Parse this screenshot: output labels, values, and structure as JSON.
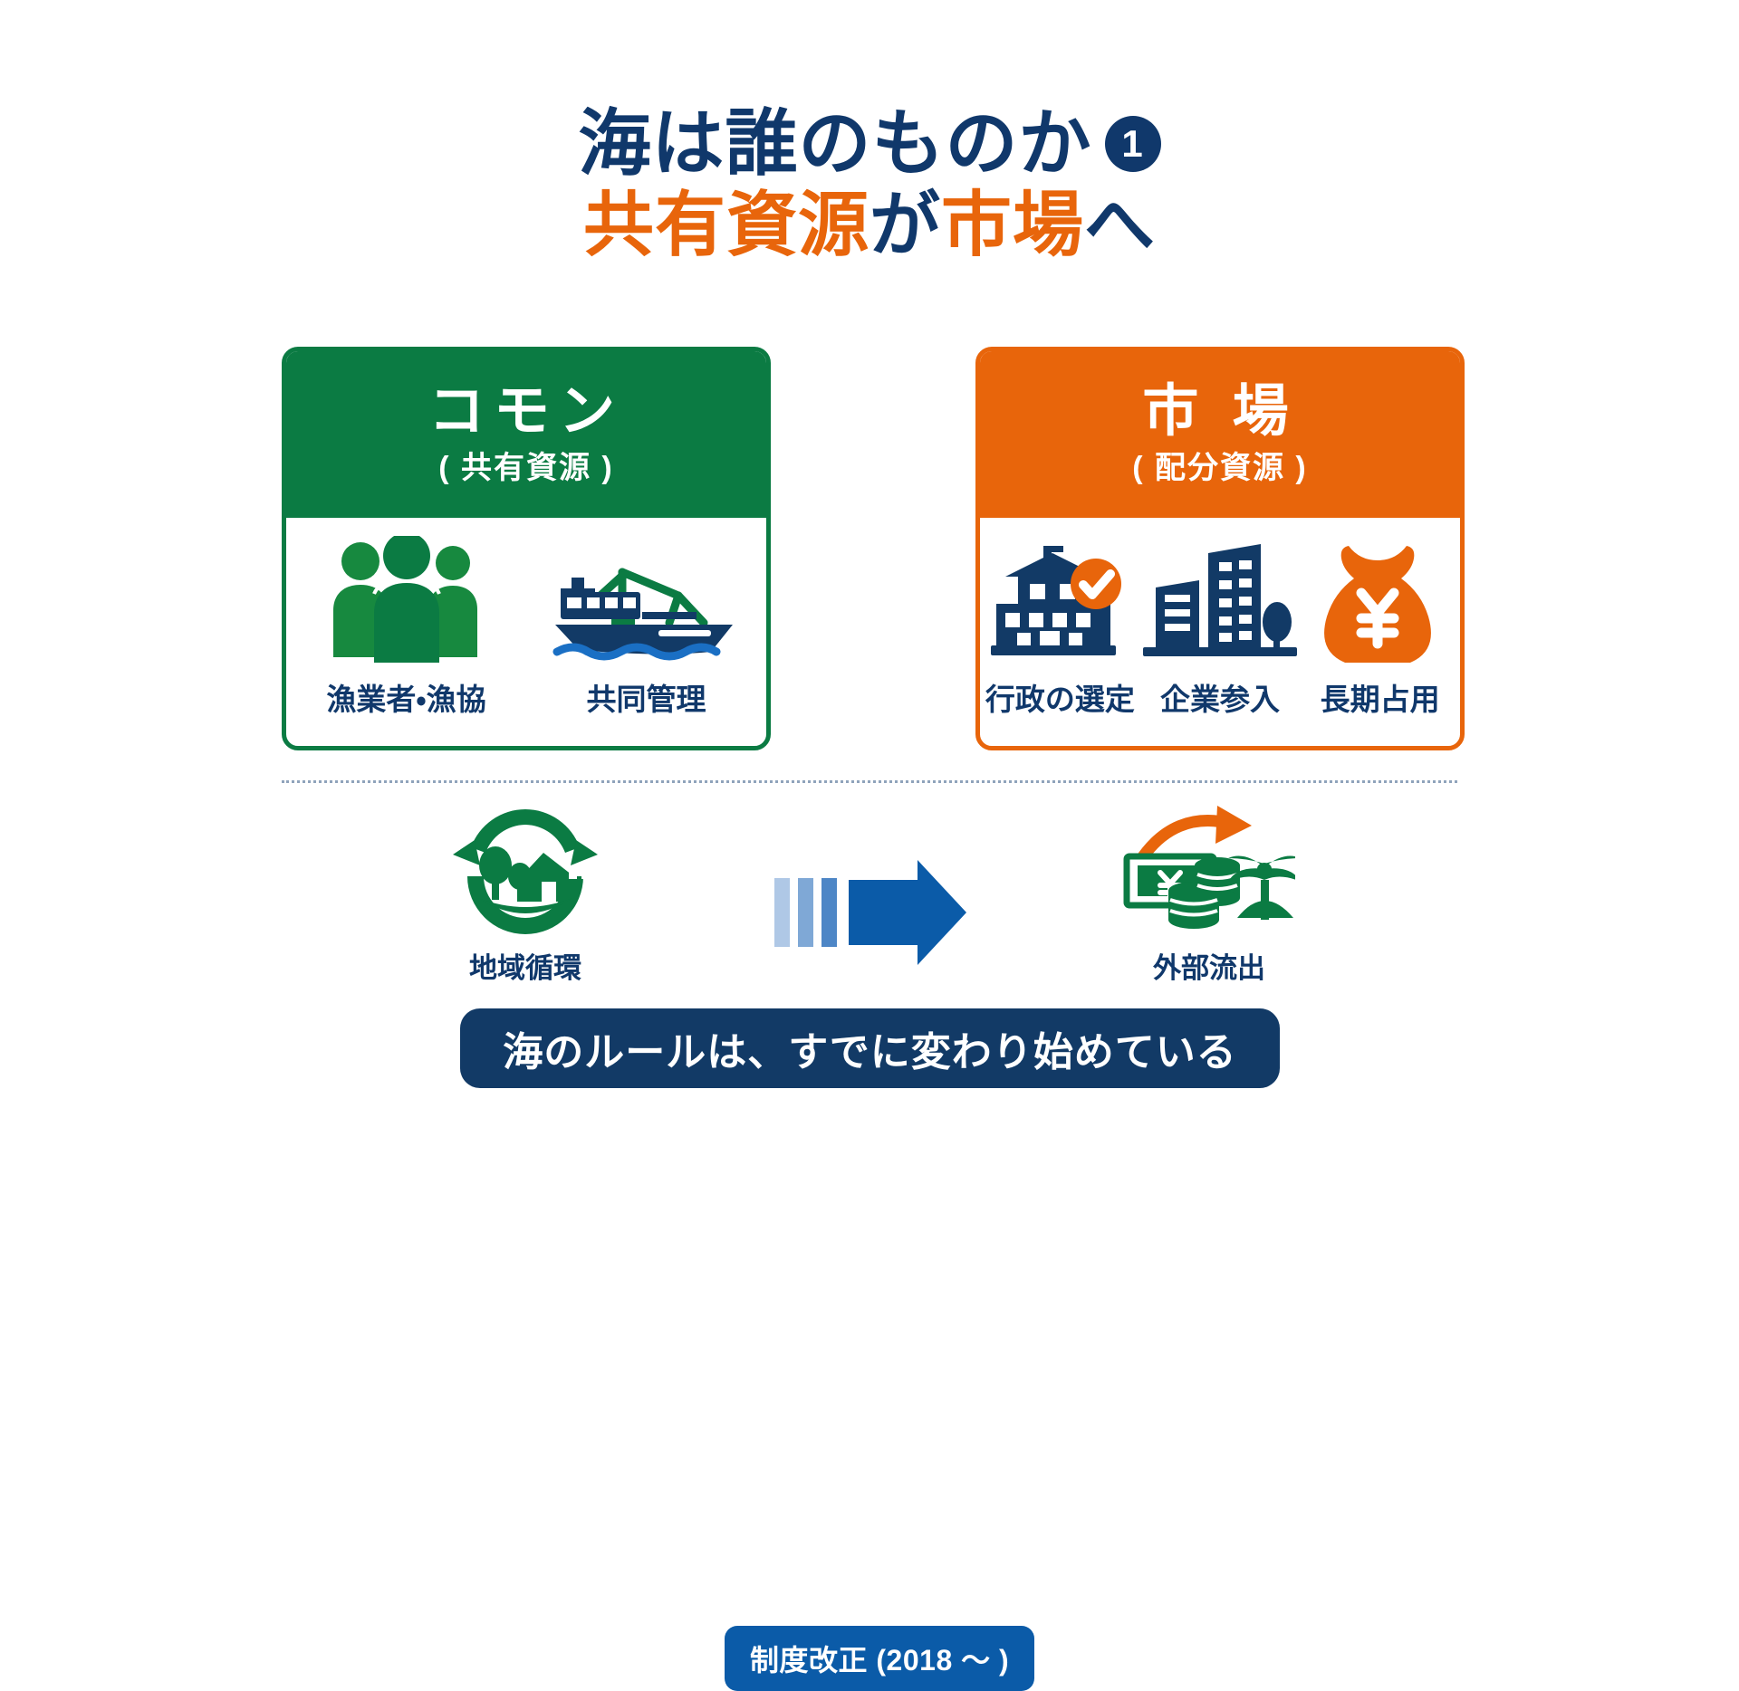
{
  "title": {
    "main": "海は誰のものか",
    "badge": "1",
    "sub_part1": "共有資源",
    "sub_part2": "が",
    "sub_part3": "市場",
    "sub_part4": "へ"
  },
  "panels": [
    {
      "id": "commons",
      "heading": "コモン",
      "subheading": "( 共有資源 )",
      "accent_color": "#0B7B43",
      "items": [
        {
          "icon": "people-group-icon",
          "label": "漁業者・漁協"
        },
        {
          "icon": "fishing-boat-icon",
          "label": "共同管理"
        }
      ]
    },
    {
      "id": "market",
      "heading": "市 場",
      "subheading": "( 配分資源 )",
      "accent_color": "#E8650B",
      "items": [
        {
          "icon": "government-building-check-icon",
          "label": "行政の選定"
        },
        {
          "icon": "corporate-buildings-icon",
          "label": "企業参入"
        },
        {
          "icon": "money-bag-yen-icon",
          "label": "長期占用"
        }
      ]
    }
  ],
  "arrow": {
    "name": "transition-arrow",
    "color": "#0B5BA8",
    "dash_colors": [
      "#AFC8E6",
      "#7FA8D6",
      "#4D86C6"
    ]
  },
  "bottom": {
    "left": {
      "icon": "local-circulation-icon",
      "label": "地域循環",
      "color": "#0B7B43"
    },
    "right": {
      "icon": "capital-outflow-icon",
      "label": "外部流出",
      "color": "#0B7B43"
    },
    "pill": "制度改正 (2018 〜 )",
    "pill_color": "#0B5BA8"
  },
  "banner": {
    "text": "海のルールは、すでに変わり始めている",
    "color": "#123A66"
  }
}
